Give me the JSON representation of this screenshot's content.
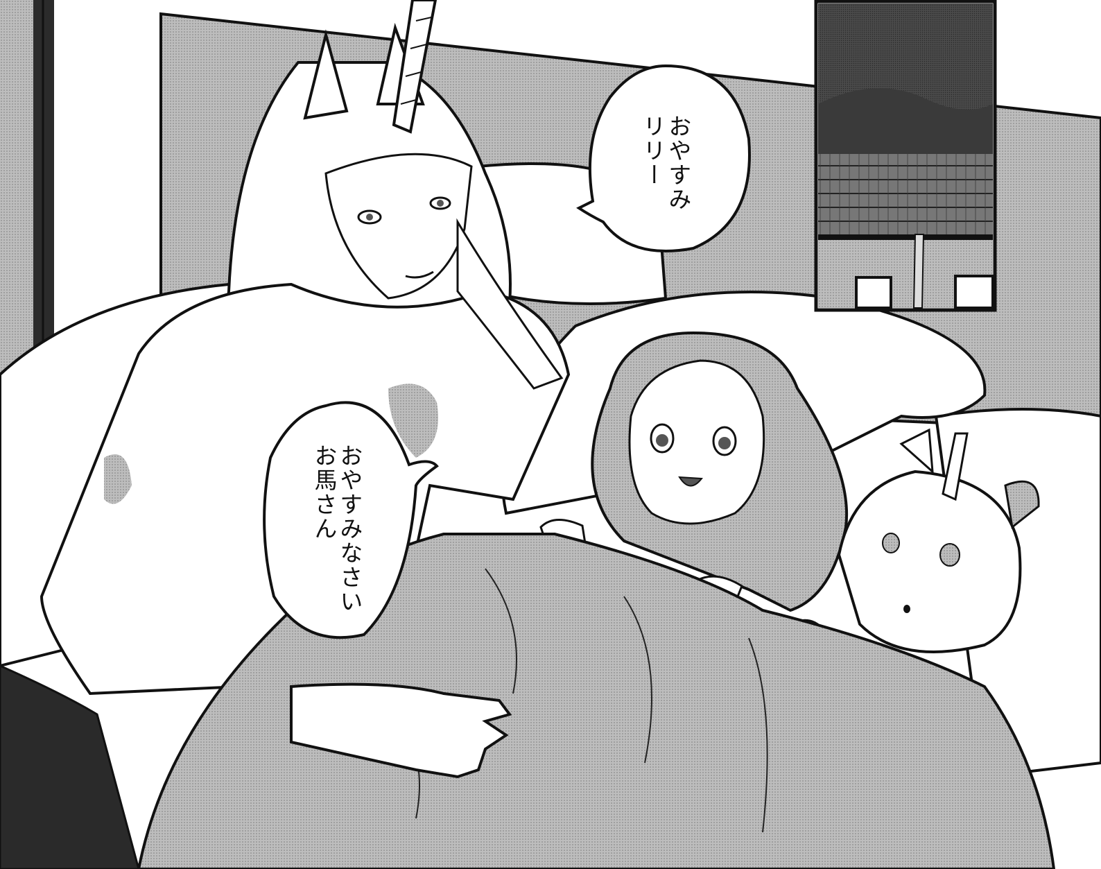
{
  "speech_bubbles": [
    {
      "id": "top",
      "lines": [
        "おやすみ",
        "リリー"
      ]
    },
    {
      "id": "middle",
      "lines": [
        "おやすみなさい",
        "お馬さん"
      ]
    }
  ],
  "colors": {
    "screentone": "#a9a9a9",
    "night_sky": "#3a3a3a",
    "ink": "#111111",
    "paper": "#ffffff"
  }
}
